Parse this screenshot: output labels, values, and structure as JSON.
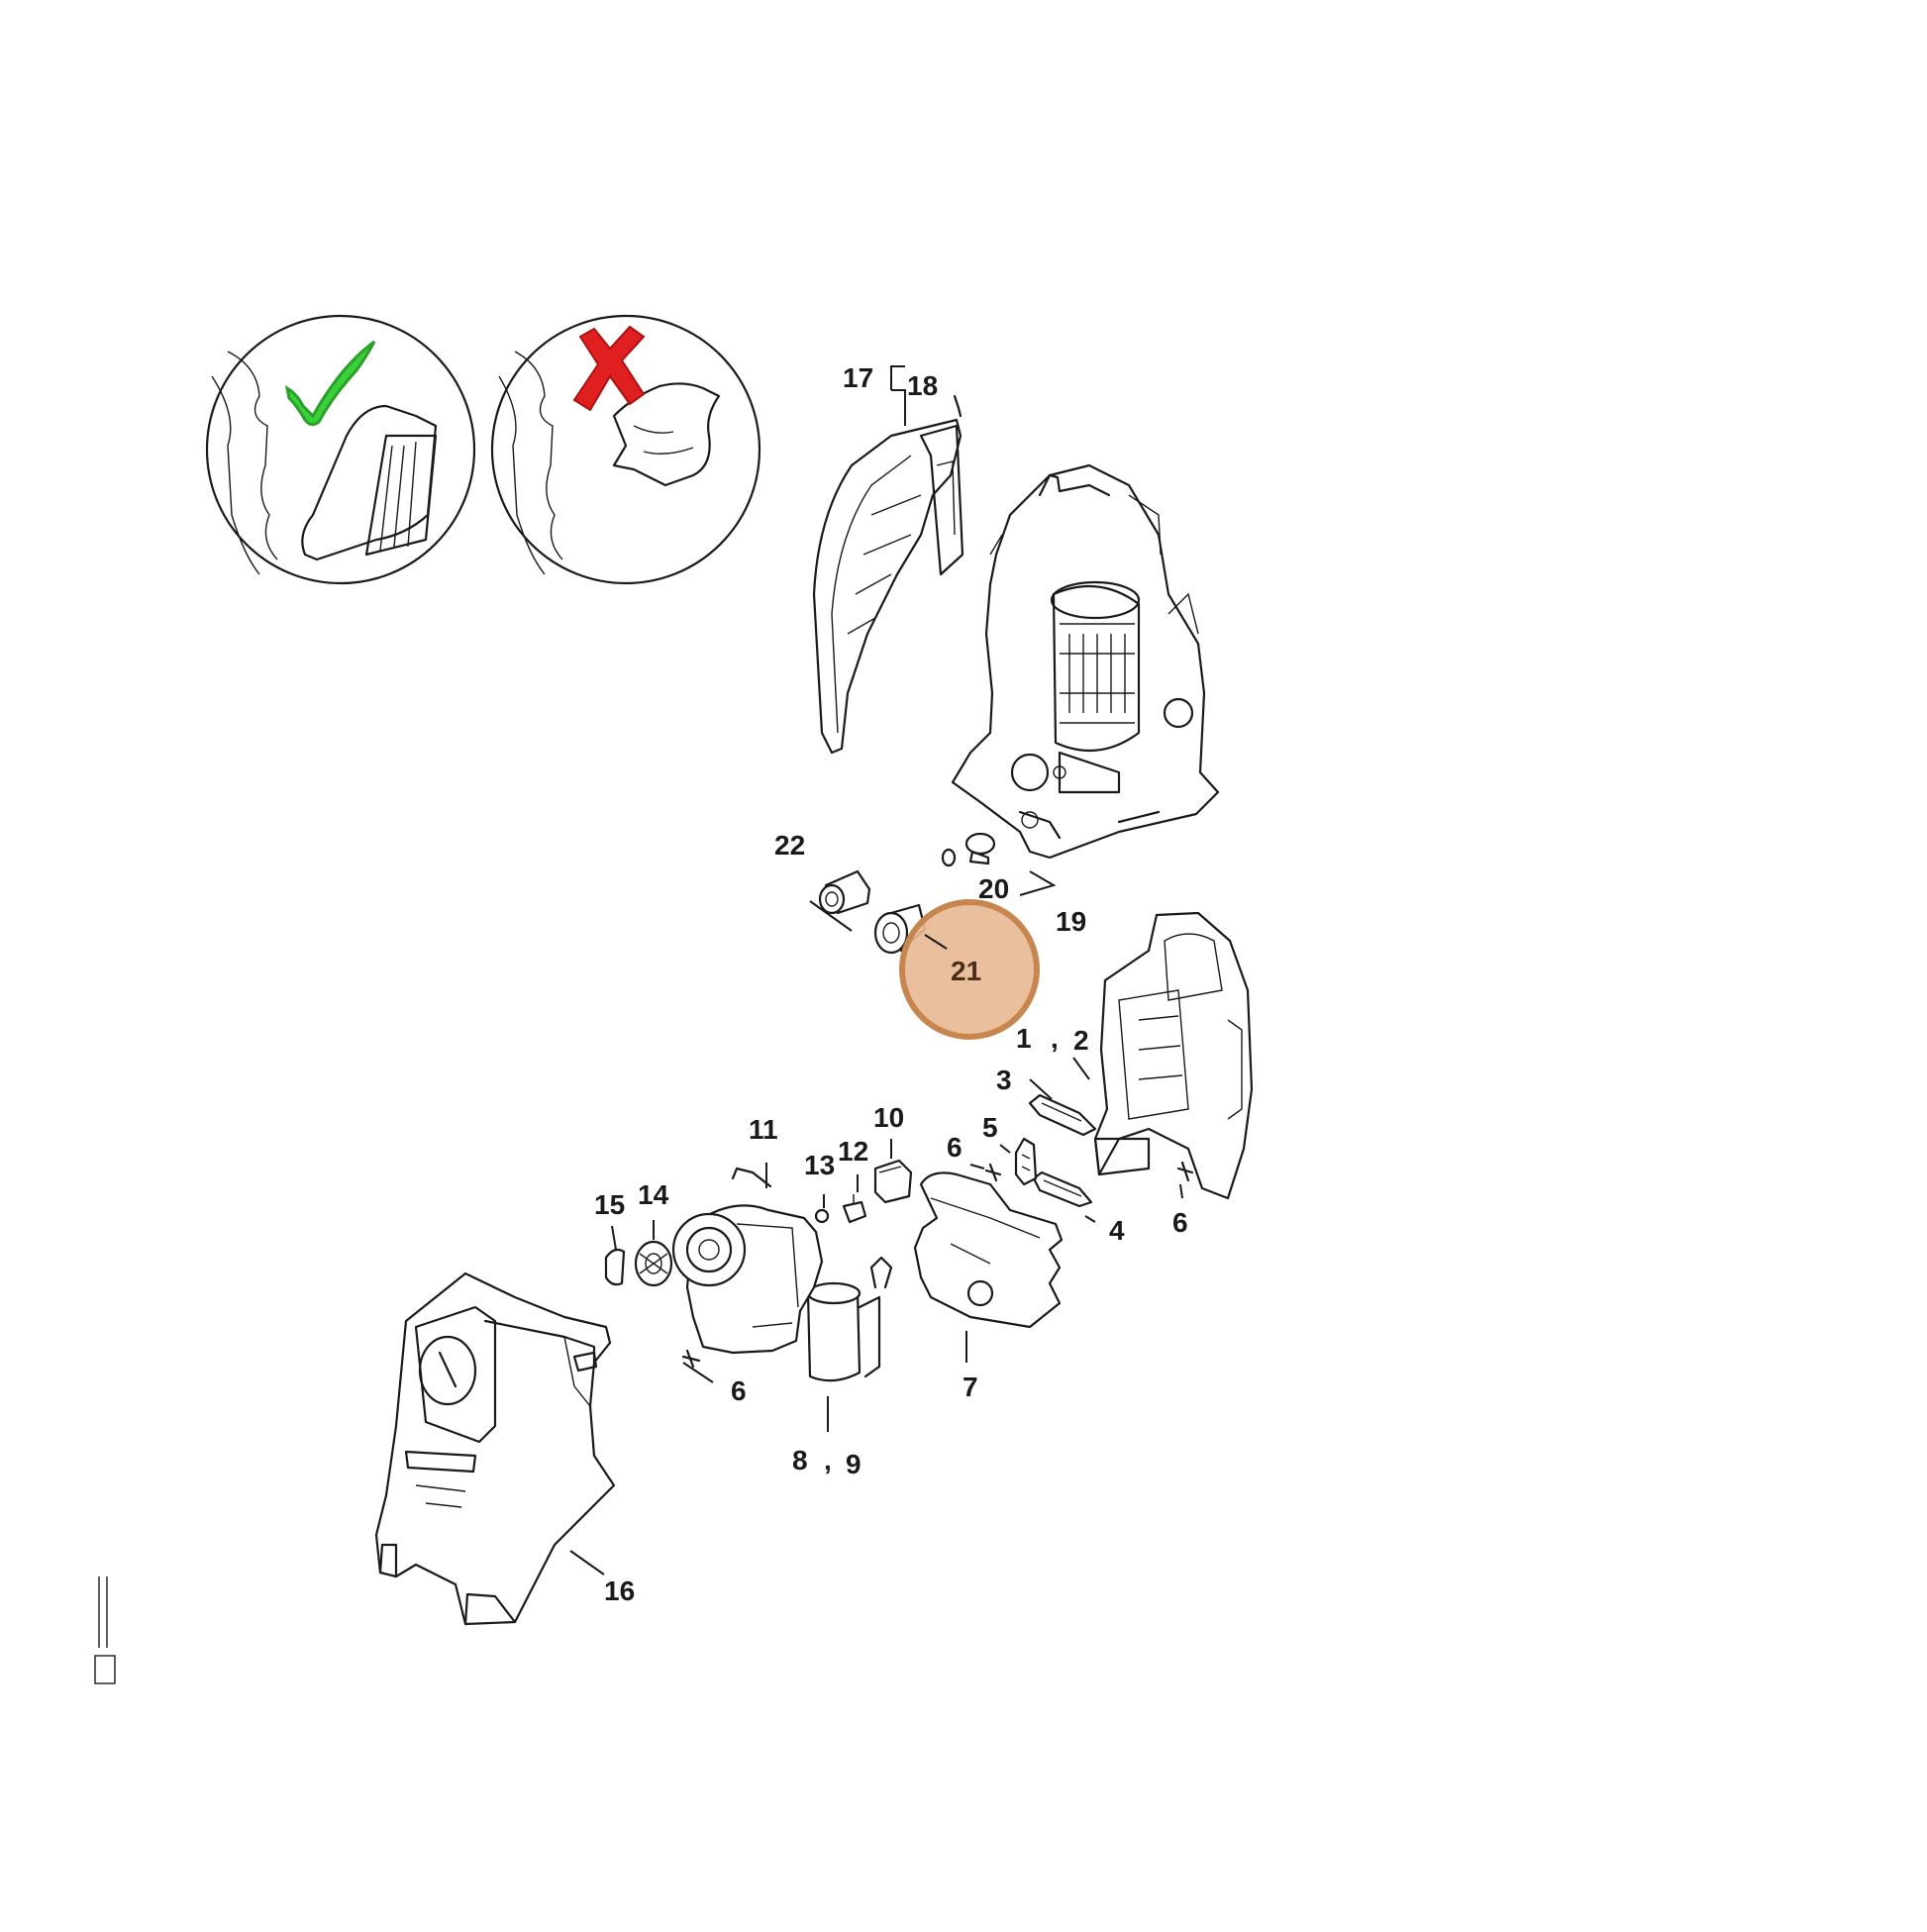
{
  "labels": {
    "p1": "1",
    "p2": "2",
    "p3": "3",
    "p4": "4",
    "p5": "5",
    "p6a": "6",
    "p6b": "6",
    "p6c": "6",
    "p7": "7",
    "p8": "8",
    "p9": "9",
    "p10": "10",
    "p11": "11",
    "p12": "12",
    "p13": "13",
    "p14": "14",
    "p15": "15",
    "p16": "16",
    "p17": "17",
    "p18": "18",
    "p19": "19",
    "p20": "20",
    "p21": "21",
    "p22": "22",
    "sep12": ",",
    "sep89": ","
  },
  "insets": {
    "correct_mark": "check-mark",
    "wrong_mark": "cross-mark"
  },
  "colors": {
    "highlight_fill": "#e8b894",
    "highlight_stroke": "#c8864f",
    "check": "#3ad03a",
    "cross": "#e02020",
    "line": "#1a1a1a"
  },
  "highlighted_part": "21"
}
